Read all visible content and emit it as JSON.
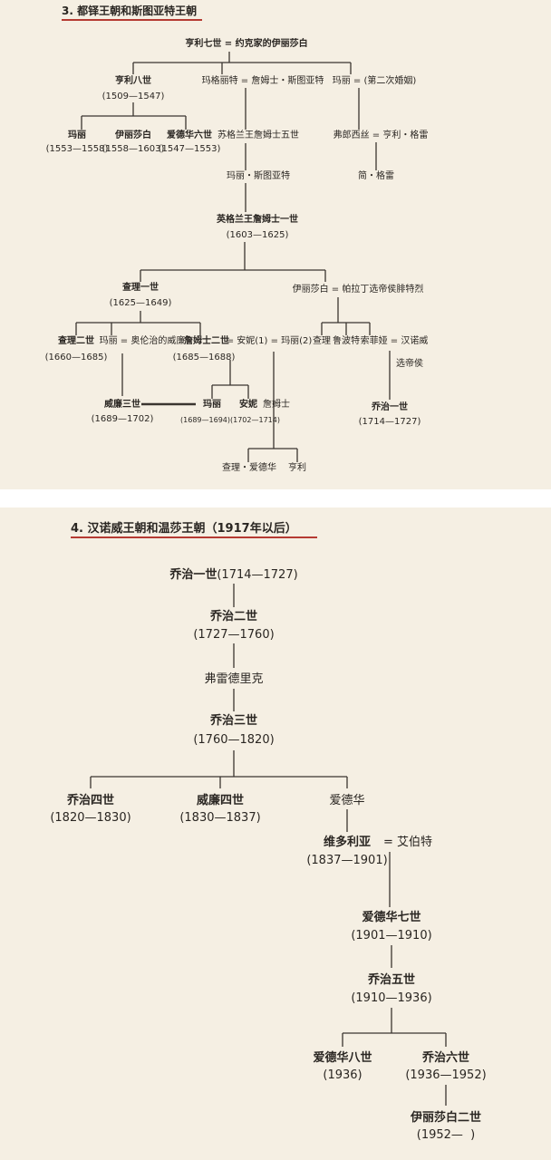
{
  "tudor": {
    "title": "3. 都铎王朝和斯图亚特王朝",
    "henry7": "亨利七世 = 约克家的伊丽莎白",
    "henry8": {
      "name": "亨利八世",
      "dates": "(1509—1547)"
    },
    "margaret": "玛格丽特 = 詹姆士・斯图亚特",
    "mary_rose": "玛丽 = (第二次婚姻)",
    "mary1": {
      "name": "玛丽",
      "dates": "(1553—1558)"
    },
    "elizabeth1": {
      "name": "伊丽莎白",
      "dates": "(1558—1603)"
    },
    "edward6": {
      "name": "爱德华六世",
      "dates": "(1547—1553)"
    },
    "james5": "苏格兰王詹姆士五世",
    "frances": "弗郎西丝 = 亨利・格雷",
    "mary_stuart": "玛丽・斯图亚特",
    "jane_grey": "简・格雷",
    "james1": {
      "name": "英格兰王詹姆士一世",
      "dates": "(1603—1625)"
    },
    "charles1": {
      "name": "查理一世",
      "dates": "(1625—1649)"
    },
    "elizabeth_palatine": "伊丽莎白 = 帕拉丁选帝侯腓特烈",
    "charles2": {
      "name": "查理二世",
      "dates": "(1660—1685)"
    },
    "mary_orange": "玛丽 = 奥伦治的威廉",
    "james2": {
      "name": "詹姆士二世",
      "spouses": "= 安妮(1) = 玛丽(2)",
      "dates": "(1685—1688)"
    },
    "charles_p": "查理",
    "rupert": "鲁波特",
    "sophia": {
      "name": "索菲娅 = 汉诺威",
      "title2": "选帝侯"
    },
    "william3": {
      "name": "威廉三世",
      "dates": "(1689—1702)"
    },
    "mary2": "玛丽",
    "anne": "安妮",
    "mary2_anne_dates": "(1689—1694)(1702—1714)",
    "james_old": "詹姆士",
    "george1": {
      "name": "乔治一世",
      "dates": "(1714—1727)"
    },
    "charles_edward": "查理・爱德华",
    "henry_stuart": "亨利"
  },
  "hanover": {
    "title": "4. 汉诺威王朝和温莎王朝（1917年以后）",
    "george1": {
      "name": "乔治一世",
      "dates": "(1714—1727)"
    },
    "george2": {
      "name": "乔治二世",
      "dates": "(1727—1760)"
    },
    "frederick": "弗雷德里克",
    "george3": {
      "name": "乔治三世",
      "dates": "(1760—1820)"
    },
    "george4": {
      "name": "乔治四世",
      "dates": "(1820—1830)"
    },
    "william4": {
      "name": "威廉四世",
      "dates": "(1830—1837)"
    },
    "edward": "爱德华",
    "victoria": {
      "name": "维多利亚",
      "spouse": "= 艾伯特",
      "dates": "(1837—1901)"
    },
    "edward7": {
      "name": "爱德华七世",
      "dates": "(1901—1910)"
    },
    "george5": {
      "name": "乔治五世",
      "dates": "(1910—1936)"
    },
    "edward8": {
      "name": "爱德华八世",
      "dates": "(1936)"
    },
    "george6": {
      "name": "乔治六世",
      "dates": "(1936—1952)"
    },
    "elizabeth2": {
      "name": "伊丽莎白二世",
      "dates": "(1952—  )"
    }
  },
  "colors": {
    "background": "#f5efe3",
    "underline": "#b53a32",
    "lines": "#3a3530"
  }
}
